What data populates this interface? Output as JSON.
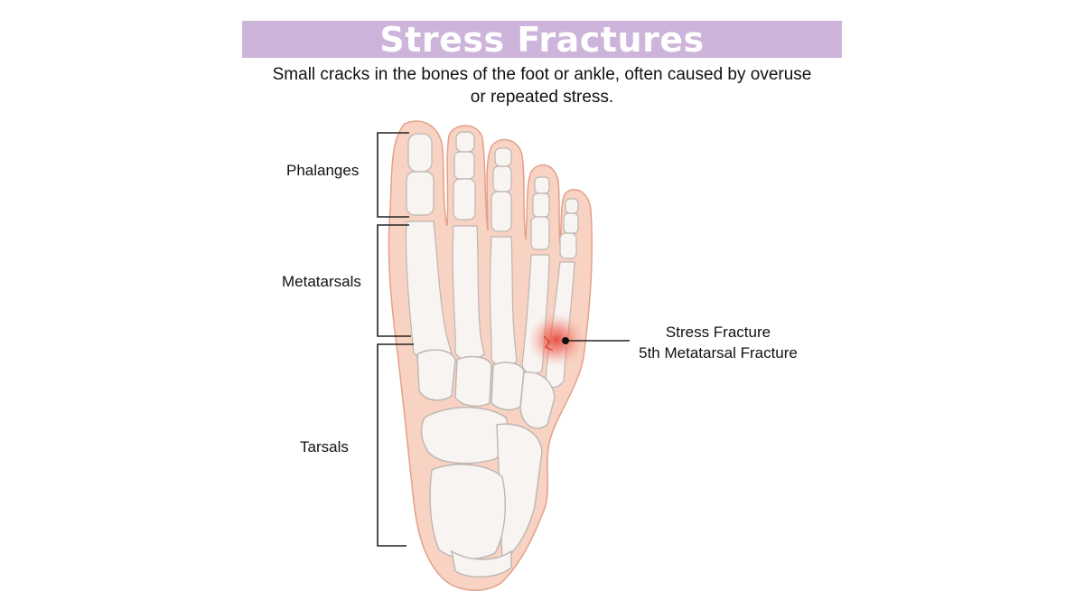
{
  "header": {
    "title": "Stress Fractures",
    "subtitle_line1": "Small cracks in the bones of the foot or ankle, often caused by overuse",
    "subtitle_line2": "or repeated stress."
  },
  "diagram": {
    "subject": "foot-skeleton-top-view",
    "labels": {
      "phalanges": "Phalanges",
      "metatarsals": "Metatarsals",
      "tarsals": "Tarsals"
    },
    "callout": {
      "line1": "Stress Fracture",
      "line2": "5th Metatarsal Fracture"
    }
  },
  "colors": {
    "title_band": "#cdb4da",
    "title_text": "#ffffff",
    "skin": "#f8d2c2",
    "skin_outline": "#e3a189",
    "bone": "#f7f4f2",
    "bone_shade": "#cfc9c6",
    "fracture_glow": "#e8453a",
    "bracket": "#222222"
  }
}
